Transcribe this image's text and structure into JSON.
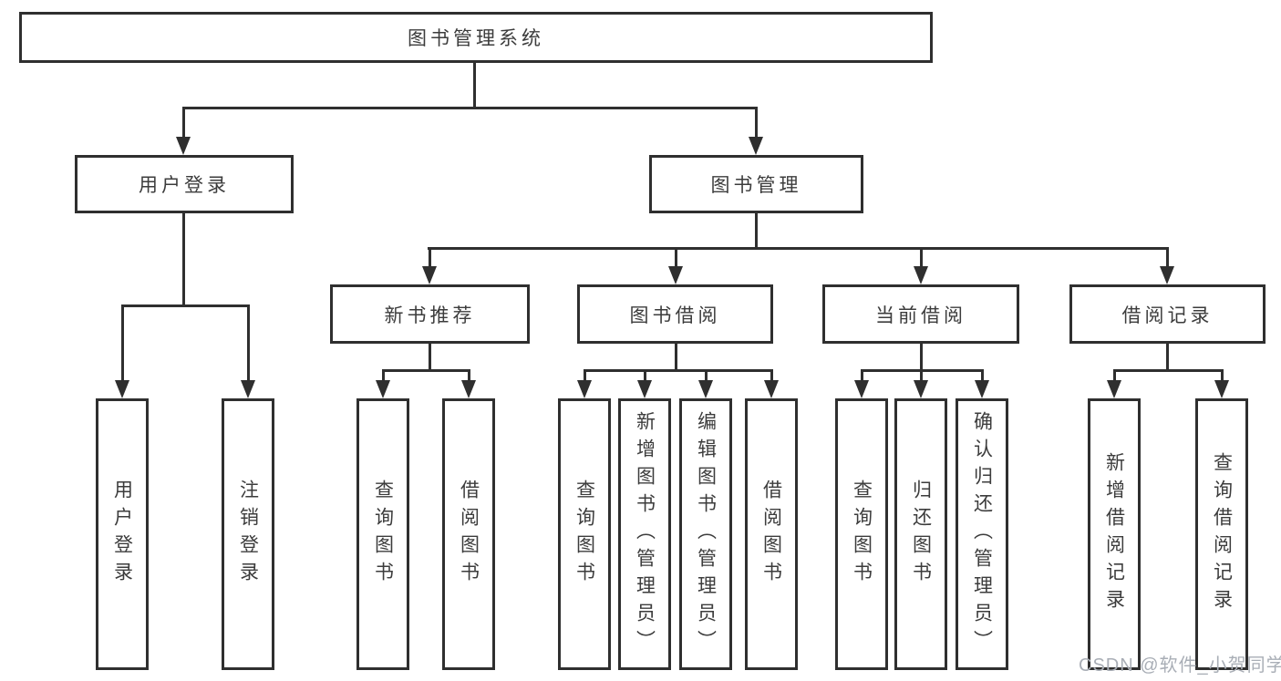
{
  "diagram": {
    "root": {
      "label": "图书管理系统"
    },
    "level2": [
      {
        "label": "用户登录"
      },
      {
        "label": "图书管理"
      }
    ],
    "level3": [
      {
        "label": "新书推荐"
      },
      {
        "label": "图书借阅"
      },
      {
        "label": "当前借阅"
      },
      {
        "label": "借阅记录"
      }
    ],
    "leaves": {
      "login": [
        "用户登录",
        "注销登录"
      ],
      "recommend": [
        "查询图书",
        "借阅图书"
      ],
      "borrow": [
        "查询图书",
        "新增图书（管理员）",
        "编辑图书（管理员）",
        "借阅图书"
      ],
      "current": [
        "查询图书",
        "归还图书",
        "确认归还（管理员）"
      ],
      "records": [
        "新增借阅记录",
        "查询借阅记录"
      ]
    }
  },
  "watermark": {
    "text": "CSDN @软件_小贺同学"
  },
  "colors": {
    "line": "#2f2f2f",
    "text": "#3c3c3c",
    "watermark": "#a9aeb6",
    "background": "#ffffff"
  }
}
